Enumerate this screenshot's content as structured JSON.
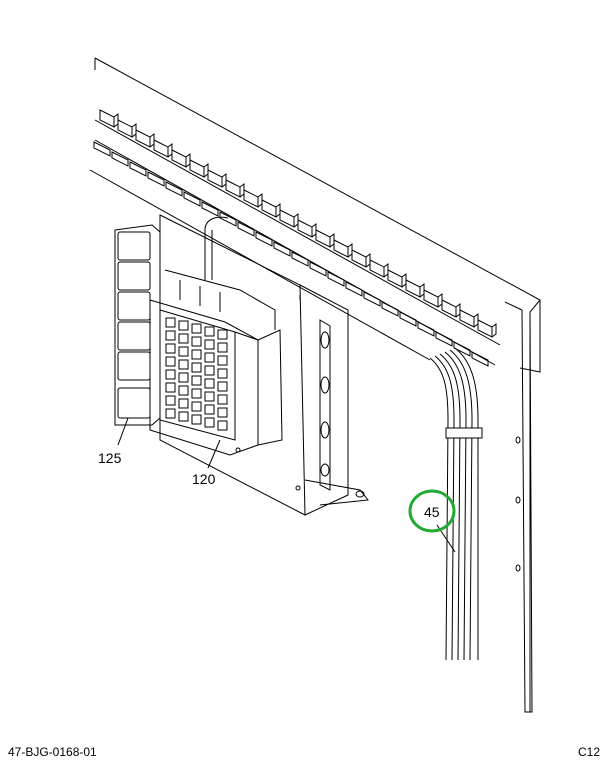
{
  "callouts": {
    "c125": "125",
    "c120": "120",
    "c45": "45"
  },
  "footer": {
    "drawing_number": "47-BJG-0168-01",
    "sheet": "C12"
  },
  "colors": {
    "line": "#000000",
    "highlight_circle": "#22aa33"
  }
}
